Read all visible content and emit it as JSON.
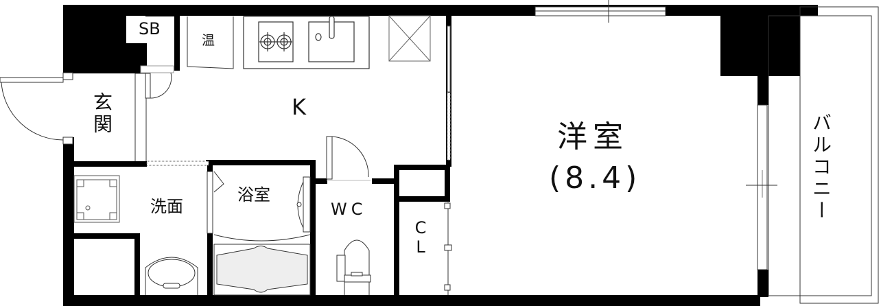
{
  "floor_plan": {
    "colors": {
      "wall": "#000000",
      "line": "#333333",
      "fill": "#ffffff",
      "tub_fill": "#eeeeee"
    },
    "rooms": {
      "shoe_box": {
        "label": "SB"
      },
      "water_heater": {
        "label": "温"
      },
      "entrance": {
        "label": "玄関"
      },
      "kitchen": {
        "label": "K"
      },
      "washroom": {
        "label": "洗面"
      },
      "bathroom": {
        "label": "浴室"
      },
      "toilet": {
        "label": "WC"
      },
      "closet": {
        "label": "CL"
      },
      "western_room": {
        "label": "洋室",
        "size": "(8.4)"
      },
      "balcony": {
        "label": "バルコニー"
      }
    }
  }
}
